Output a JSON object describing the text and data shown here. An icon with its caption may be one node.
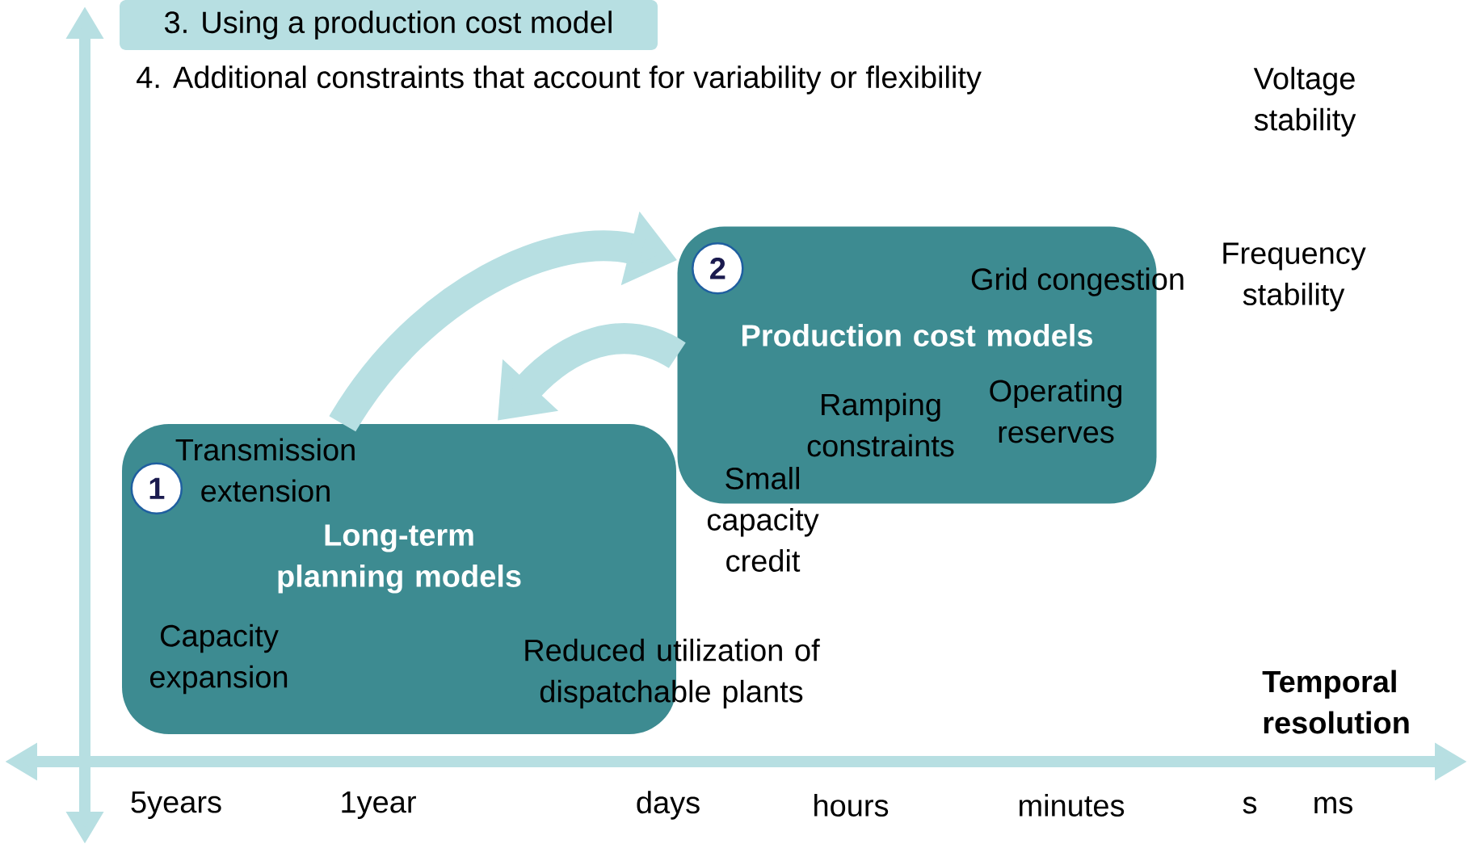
{
  "diagram": {
    "nodes": [
      {
        "text": [
          "3. Using a production cost model"
        ]
      },
      {
        "text": [
          "Production cost models"
        ]
      },
      {
        "text": [
          "2"
        ],
        "in": 1
      },
      {
        "text": [
          "Long-term planning models"
        ]
      },
      {
        "text": [
          "1"
        ],
        "in": 3
      }
    ],
    "edges": [
      {
        "from": 3,
        "to": 1,
        "arrow": "to"
      },
      {
        "from": 1,
        "to": 3,
        "arrow": "to"
      }
    ],
    "labels": [
      "4.  Additional constraints that account for variability or flexibility",
      "Voltage stability",
      "Frequency stability",
      "Grid congestion",
      "Ramping constraints",
      "Operating reserves",
      "Transmission extension",
      "Small capacity credit",
      "Capacity expansion",
      "Reduced utilization of dispatchable plants",
      "Temporal resolution",
      "5years",
      "1year",
      "days",
      "hours",
      "minutes",
      "s",
      "ms"
    ]
  }
}
